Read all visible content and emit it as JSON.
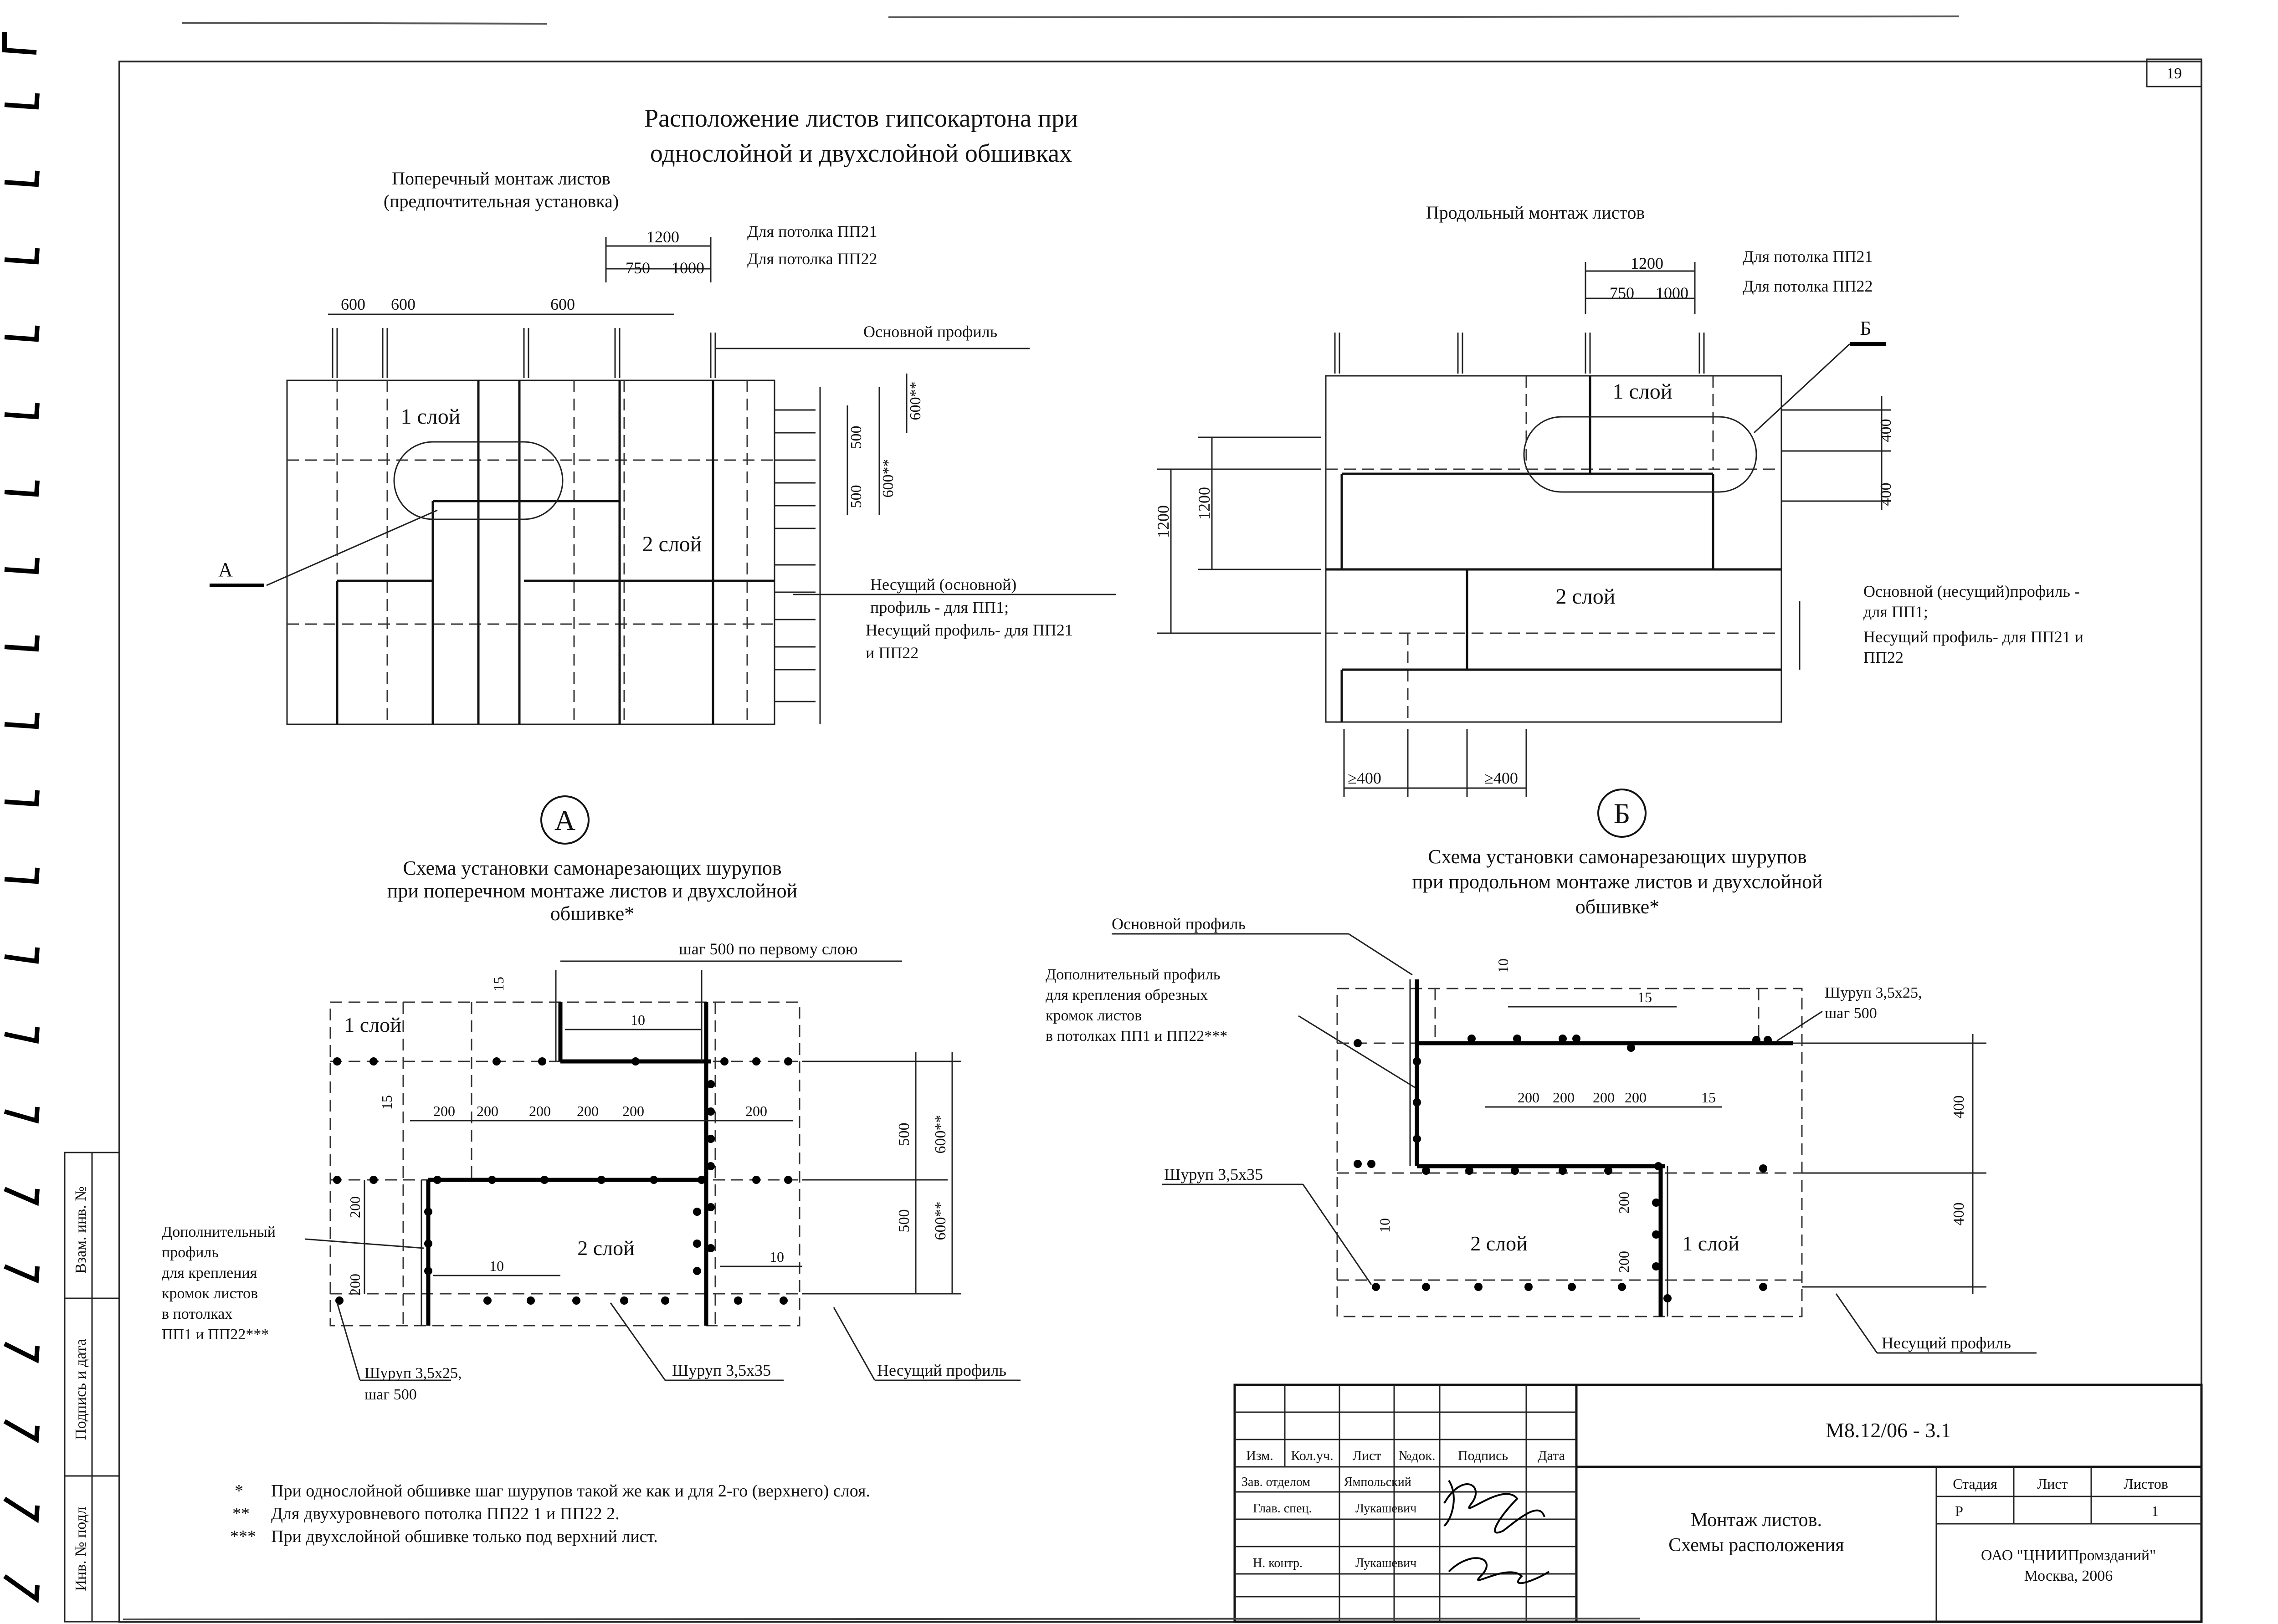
{
  "sheet_number": "19",
  "title": {
    "line1": "Расположение  листов гипсокартона при",
    "line2": "однослойной и двухслойной обшивках"
  },
  "left_plan": {
    "caption1": "Поперечный монтаж листов",
    "caption2": "(предпочтительная установка)",
    "dim_1200": "1200",
    "dim_750": "750",
    "dim_1000": "1000",
    "note_pp21": "Для потолка ПП21",
    "note_pp22": "Для потолка ПП22",
    "dim_600a": "600",
    "dim_600b": "600",
    "dim_600c": "600",
    "main_profile": "Основной  профиль",
    "layer1": "1 слой",
    "layer2": "2 слой",
    "marker": "А",
    "dim_500a": "500",
    "dim_500b": "500",
    "dim_600s1": "600**",
    "dim_600s2": "600**",
    "bearing1": "Несущий (основной)",
    "bearing2": "профиль - для ПП1;",
    "bearing3": "Несущий профиль- для ПП21",
    "bearing4": "и ПП22"
  },
  "right_plan": {
    "caption": "Продольный монтаж листов",
    "dim_1200": "1200",
    "dim_750": "750",
    "dim_1000": "1000",
    "note_pp21": "Для потолка ПП21",
    "note_pp22": "Для потолка ПП22",
    "marker": "Б",
    "layer1": "1 слой",
    "layer2": "2 слой",
    "dim_1200_v1": "1200",
    "dim_1200_v2": "1200",
    "dim_400a": "400",
    "dim_400b": "400",
    "dim_ge400a": "≥400",
    "dim_ge400b": "≥400",
    "profile1": "Основной (несущий)профиль -",
    "profile2": "для ПП1;",
    "profile3": "Несущий профиль- для ПП21 и",
    "profile4": "ПП22"
  },
  "detail_a": {
    "label": "А",
    "caption1": "Схема установки самонарезающих шурупов",
    "caption2": "при поперечном монтаже листов и двухслойной",
    "caption3": "обшивке*",
    "step_note": "шаг 500 по первому слою",
    "layer1": "1 слой",
    "layer2": "2 слой",
    "d15a": "15",
    "d15b": "15",
    "d10a": "10",
    "d10b": "10",
    "d10c": "10",
    "d200": [
      "200",
      "200",
      "200",
      "200",
      "200",
      "200"
    ],
    "d200v1": "200",
    "d200v2": "200",
    "d500a": "500",
    "d500b": "500",
    "d600a": "600**",
    "d600b": "600**",
    "extra1": "Дополнительный",
    "extra2": "профиль",
    "extra3": "для крепления",
    "extra4": "кромок листов",
    "extra5": "в потолках",
    "extra6": "ПП1 и ПП22***",
    "screw25a": "Шуруп 3,5х25,",
    "screw25b": "шаг 500",
    "screw35": "Шуруп 3,5х35",
    "bearing": "Несущий профиль"
  },
  "detail_b": {
    "label": "Б",
    "caption1": "Схема установки самонарезающих шурупов",
    "caption2": "при продольном монтаже листов и двухслойной",
    "caption3": "обшивке*",
    "main_profile": "Основной профиль",
    "extra1": "Дополнительный профиль",
    "extra2": "для крепления обрезных",
    "extra3": "кромок листов",
    "extra4": "в потолках ПП1 и ПП22***",
    "d10a": "10",
    "d10b": "10",
    "d15a": "15",
    "d15b": "15",
    "d200": [
      "200",
      "200",
      "200",
      "200"
    ],
    "d200v1": "200",
    "d200v2": "200",
    "d400a": "400",
    "d400b": "400",
    "screw25a": "Шуруп 3,5х25,",
    "screw25b": "шаг 500",
    "screw35": "Шуруп 3,5х35",
    "layer1": "1 слой",
    "layer2": "2 слой",
    "bearing": "Несущий профиль"
  },
  "notes": [
    {
      "mark": "*",
      "text": "При однослойной обшивке шаг шурупов такой же как и для 2-го (верхнего) слоя."
    },
    {
      "mark": "**",
      "text": "Для двухуровневого потолка  ПП22 1 и ПП22 2."
    },
    {
      "mark": "***",
      "text": "При двухслойной обшивке только под верхний лист."
    }
  ],
  "side_stamp": {
    "inv_exch": "Взам. инв. №",
    "sign_date": "Подпись и дата",
    "inv_orig": "Инв. № подл"
  },
  "title_block": {
    "code": "М8.12/06 - 3.1",
    "headers": [
      "Изм.",
      "Кол.уч.",
      "Лист",
      "№док.",
      "Подпись",
      "Дата"
    ],
    "roles": [
      {
        "role": "Зав. отделом",
        "name": "Ямпольский"
      },
      {
        "role": "Глав. спец.",
        "name": "Лукашевич"
      },
      {
        "role": "Н. контр.",
        "name": "Лукашевич"
      }
    ],
    "name1": "Монтаж листов.",
    "name2": "Схемы расположения",
    "stage_h": "Стадия",
    "sheet_h": "Лист",
    "sheets_h": "Листов",
    "stage": "Р",
    "sheets": "1",
    "org1": "ОАО \"ЦНИИПромзданий\"",
    "org2": "Москва, 2006"
  }
}
